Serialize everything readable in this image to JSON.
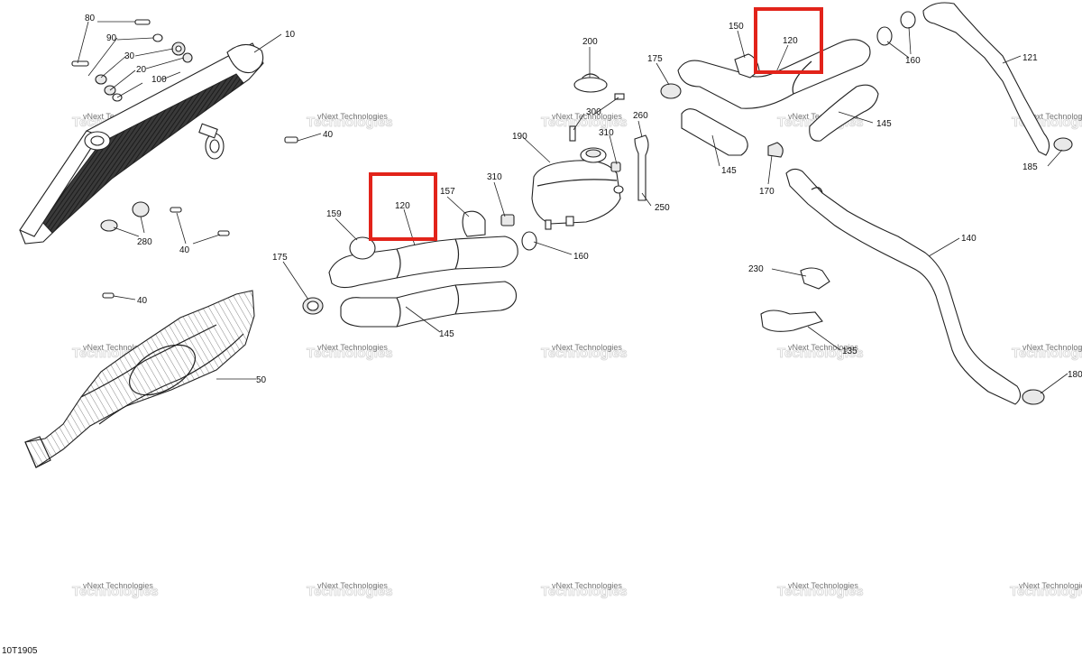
{
  "diagram_id": "10T1905",
  "watermark": {
    "line1": "vNext Technologies",
    "line2": "Technologies"
  },
  "highlight_color": "#e2231a",
  "callouts": {
    "c80": "80",
    "c90": "90",
    "c30": "30",
    "c20": "20",
    "c100": "100",
    "c10": "10",
    "c40a": "40",
    "c40b": "40",
    "c40c": "40",
    "c280": "280",
    "c50": "50",
    "c159": "159",
    "c120a": "120",
    "c157": "157",
    "c175a": "175",
    "c145a": "145",
    "c310a": "310",
    "c160a": "160",
    "c190": "190",
    "c200": "200",
    "c300": "300",
    "c310b": "310",
    "c260": "260",
    "c250": "250",
    "c175b": "175",
    "c150": "150",
    "c120b": "120",
    "c160b": "160",
    "c121": "121",
    "c145b": "145",
    "c145c": "145",
    "c170": "170",
    "c185": "185",
    "c140": "140",
    "c230": "230",
    "c135": "135",
    "c180": "180"
  }
}
